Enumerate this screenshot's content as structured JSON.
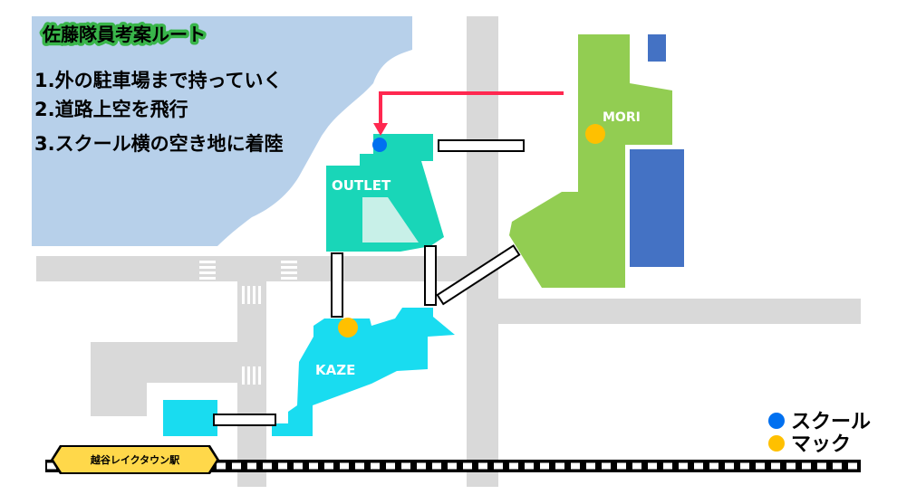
{
  "title": "佐藤隊員考案ルート",
  "steps": [
    "1.外の駐車場まで持っていく",
    "2.道路上空を飛行",
    "3.スクール横の空き地に着陸"
  ],
  "buildings": {
    "outlet": "OUTLET",
    "kaze": "KAZE",
    "mori": "MORI"
  },
  "station": "越谷レイクタウン駅",
  "legend": {
    "school": "スクール",
    "mac": "マック"
  },
  "colors": {
    "water": "#b7d0ea",
    "road": "#d9d9d9",
    "outlet": "#19d6b8",
    "kaze": "#19dcf0",
    "mori": "#92cd52",
    "mori_blue": "#4472c4",
    "school_marker": "#0070f0",
    "mac_marker": "#ffc000",
    "route_arrow": "#ff2850",
    "title_outline": "#39b54a"
  }
}
